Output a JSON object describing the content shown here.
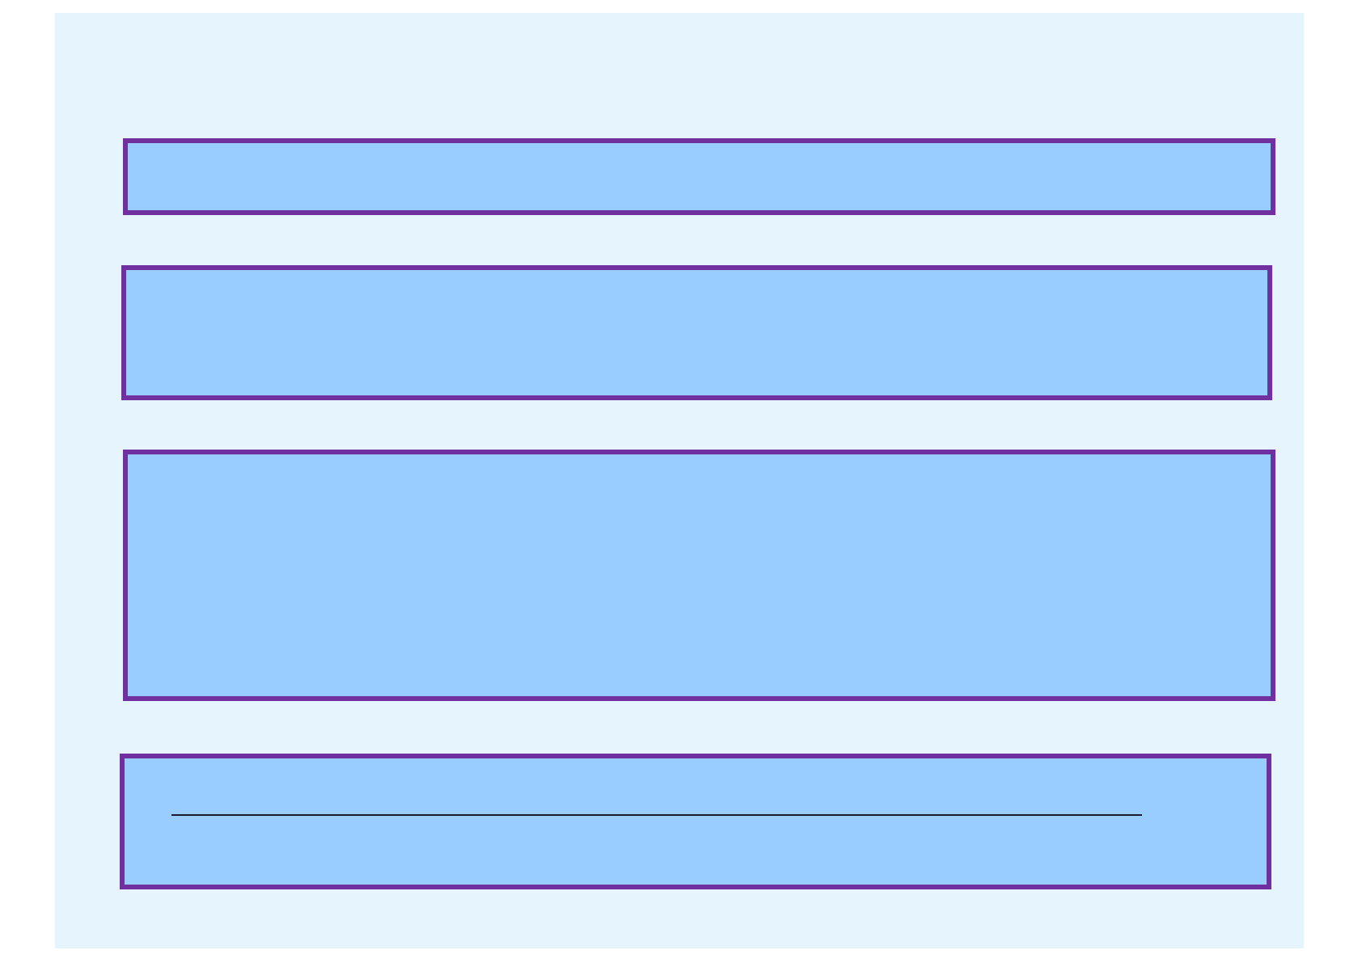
{
  "colors": {
    "background": "#E6F4FD",
    "panel_fill": "#99CCFF",
    "panel_border": "#7030A0",
    "line": "#1a1a2a"
  },
  "panels": [
    {
      "id": "panel-1"
    },
    {
      "id": "panel-2"
    },
    {
      "id": "panel-3"
    },
    {
      "id": "panel-4"
    }
  ]
}
